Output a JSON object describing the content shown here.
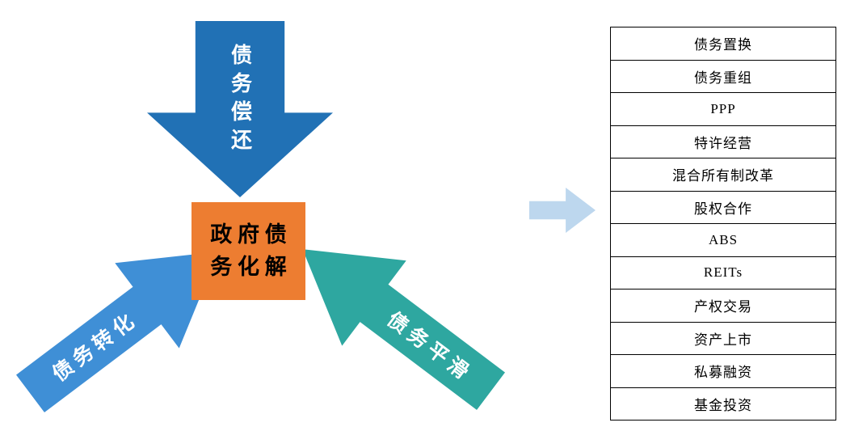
{
  "diagram": {
    "center": {
      "line1": "政 府 债",
      "line2": "务 化 解",
      "color": "#ED7D31"
    },
    "arrows": {
      "top": {
        "label": "债务偿还",
        "color": "#2171B5"
      },
      "left": {
        "label": "债务转化",
        "color": "#3F8FD6"
      },
      "right": {
        "label": "债务平滑",
        "color": "#2EA7A0"
      },
      "connector": {
        "color": "#BDD7EE"
      }
    }
  },
  "table": {
    "rows": [
      "债务置换",
      "债务重组",
      "PPP",
      "特许经营",
      "混合所有制改革",
      "股权合作",
      "ABS",
      "REITs",
      "产权交易",
      "资产上市",
      "私募融资",
      "基金投资"
    ]
  }
}
